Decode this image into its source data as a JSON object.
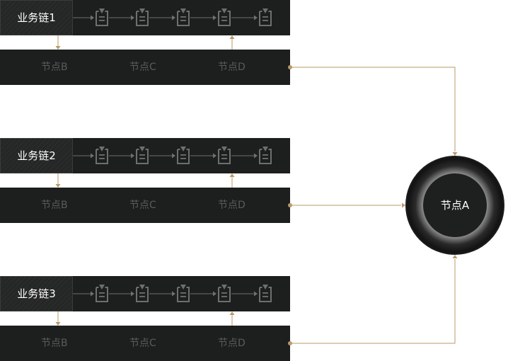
{
  "chains": [
    {
      "label": "业务链1",
      "nodes": {
        "b": "节点B",
        "c": "节点C",
        "d": "节点D"
      }
    },
    {
      "label": "业务链2",
      "nodes": {
        "b": "节点B",
        "c": "节点C",
        "d": "节点D"
      }
    },
    {
      "label": "业务链3",
      "nodes": {
        "b": "节点B",
        "c": "节点C",
        "d": "节点D"
      }
    }
  ],
  "hub": {
    "label": "节点A"
  },
  "icons": {
    "step": "clipboard-icon"
  },
  "colors": {
    "bar": "#1d1e1e",
    "connector": "#b99a6a",
    "icon": "#6e6f6f",
    "node_text": "#5a5b5b",
    "label_text": "#ffffff"
  }
}
